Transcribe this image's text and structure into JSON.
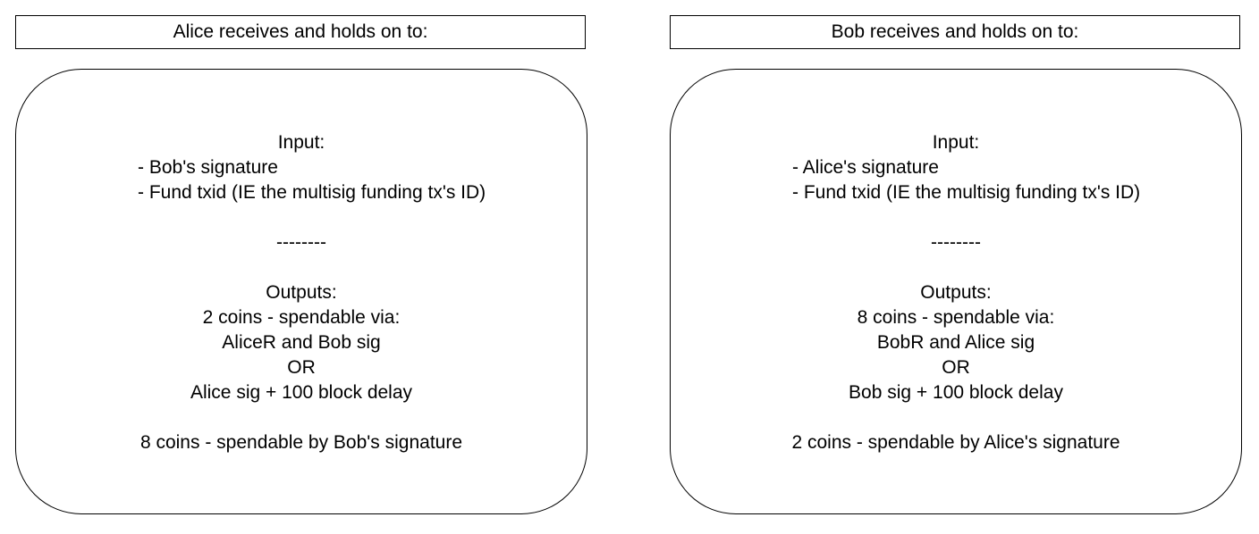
{
  "panels": [
    {
      "header": "Alice receives and holds on to:",
      "input_title": "Input:",
      "input_items": [
        "- Bob's signature",
        "- Fund txid (IE the multisig funding tx's ID)"
      ],
      "divider": "--------",
      "outputs_title": "Outputs:",
      "output_lines": [
        "2 coins - spendable via:",
        "AliceR and Bob sig",
        "OR",
        "Alice sig + 100 block delay"
      ],
      "second_output": "8 coins - spendable by Bob's signature"
    },
    {
      "header": "Bob receives and holds on to:",
      "input_title": "Input:",
      "input_items": [
        "- Alice's signature",
        "- Fund txid (IE the multisig funding tx's ID)"
      ],
      "divider": "--------",
      "outputs_title": "Outputs:",
      "output_lines": [
        "8 coins - spendable via:",
        "BobR and Alice sig",
        "OR",
        "Bob sig + 100 block delay"
      ],
      "second_output": "2 coins - spendable by Alice's signature"
    }
  ]
}
